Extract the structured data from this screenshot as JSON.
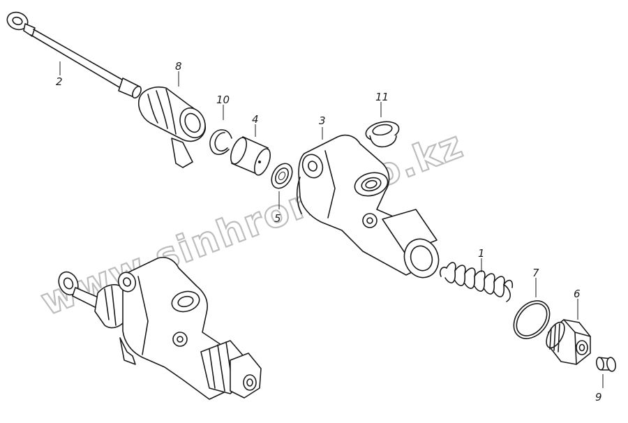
{
  "watermark": "www.sinhron-too.kz",
  "corner_mark": "",
  "callouts": [
    {
      "id": "c2",
      "text": "2"
    },
    {
      "id": "c8",
      "text": "8"
    },
    {
      "id": "c10",
      "text": "10"
    },
    {
      "id": "c4",
      "text": "4"
    },
    {
      "id": "c3",
      "text": "3"
    },
    {
      "id": "c11",
      "text": "11"
    },
    {
      "id": "c5",
      "text": "5"
    },
    {
      "id": "c1",
      "text": "1"
    },
    {
      "id": "c7",
      "text": "7"
    },
    {
      "id": "c6",
      "text": "6"
    },
    {
      "id": "c9",
      "text": "9"
    }
  ],
  "colors": {
    "line": "#1a1a1a",
    "watermark": "#bdbdbd",
    "background": "#ffffff"
  }
}
